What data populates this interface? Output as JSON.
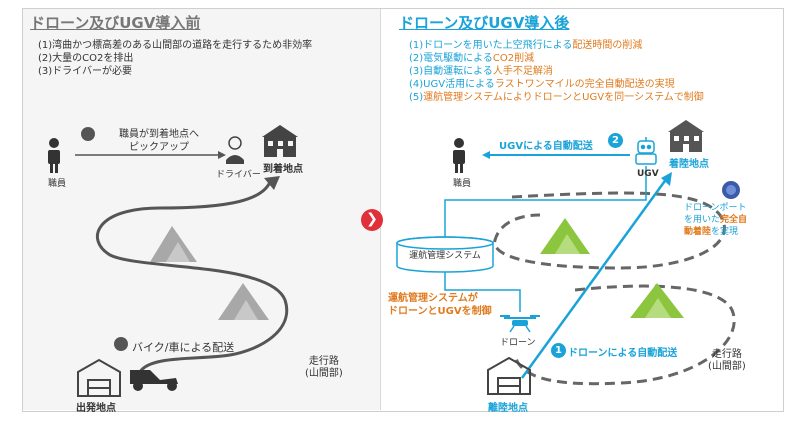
{
  "left": {
    "title": "ドローン及びUGV導入前",
    "points": [
      "(1)湾曲かつ標高差のある山間部の道路を走行するため非効率",
      "(2)大量のCO2を排出",
      "(3)ドライバーが必要"
    ],
    "staff_label": "職員",
    "pickup_label": "職員が到着地点へ\nピックアップ",
    "driver_label": "ドライバー",
    "arrival_label": "到着地点",
    "delivery_label": "バイク/車による配送",
    "departure_label": "出発地点",
    "road_label": "走行路\n(山間部)"
  },
  "right": {
    "title": "ドローン及びUGV導入後",
    "points": [
      {
        "pre": "(1)ドローンを用いた上空飛行による",
        "hl": "配送時間の削減"
      },
      {
        "pre": "(2)電気駆動による",
        "hl": "CO2削減"
      },
      {
        "pre": "(3)自動運転による",
        "hl": "人手不足解消"
      },
      {
        "pre": "(4)UGV活用による",
        "hl": "ラストワンマイルの完全自動配送の実現"
      },
      {
        "pre": "(5)",
        "hl": "運航管理システムによりドローンとUGVを同一システムで制御"
      }
    ],
    "ugv_delivery_label": "UGVによる自動配送",
    "ugv_step": "2",
    "ugv_label": "UGV",
    "staff_label": "職員",
    "landing_label": "着陸地点",
    "port_label_1": "ドローンポート",
    "port_label_2": "を用いた",
    "port_label_hl1": "完全自",
    "port_label_hl2": "動着陸",
    "port_label_3": "を実現",
    "system_label": "運航管理システム",
    "control_label_1": "運航管理システムが",
    "control_label_2": "ドローンとUGVを制御",
    "drone_label": "ドローン",
    "drone_step": "1",
    "drone_delivery_label": "ドローンによる自動配送",
    "takeoff_label": "離陸地点",
    "road_label": "走行路\n(山間部)"
  },
  "colors": {
    "accent_blue": "#1aa3d8",
    "orange": "#e07b1f",
    "red_badge": "#e0303a",
    "grey": "#666666",
    "mountain_grey": "#a8a8a8",
    "mountain_green": "#8cc63f"
  }
}
